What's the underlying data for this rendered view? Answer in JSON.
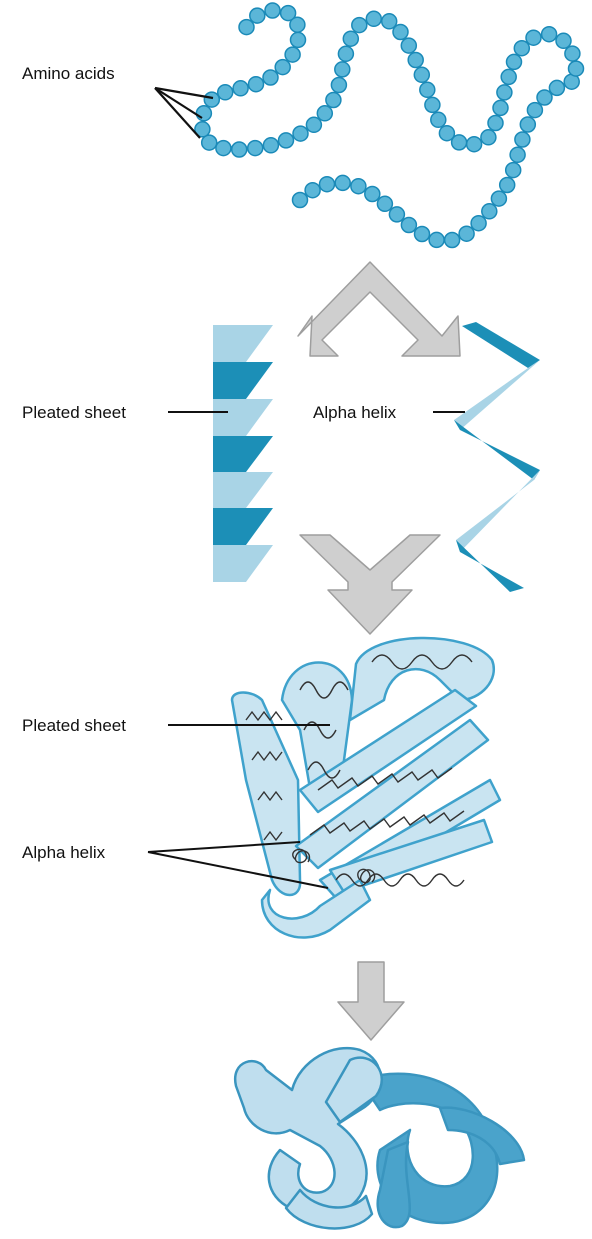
{
  "labels": {
    "amino_acids": "Amino acids",
    "pleated_sheet_secondary": "Pleated sheet",
    "alpha_helix_secondary": "Alpha helix",
    "pleated_sheet_tertiary": "Pleated sheet",
    "alpha_helix_tertiary": "Alpha helix"
  },
  "colors": {
    "bead_fill": "#5bb6d8",
    "bead_stroke": "#1b8ab8",
    "dark_teal": "#1c8fb7",
    "light_teal": "#a9d4e6",
    "arrow_fill": "#cfcfcf",
    "arrow_stroke": "#9e9e9e",
    "ribbon_fill": "#c9e4f1",
    "ribbon_stroke": "#3fa2cc",
    "quaternary_dark": "#4aa3cb",
    "quaternary_light": "#bfdeee"
  }
}
